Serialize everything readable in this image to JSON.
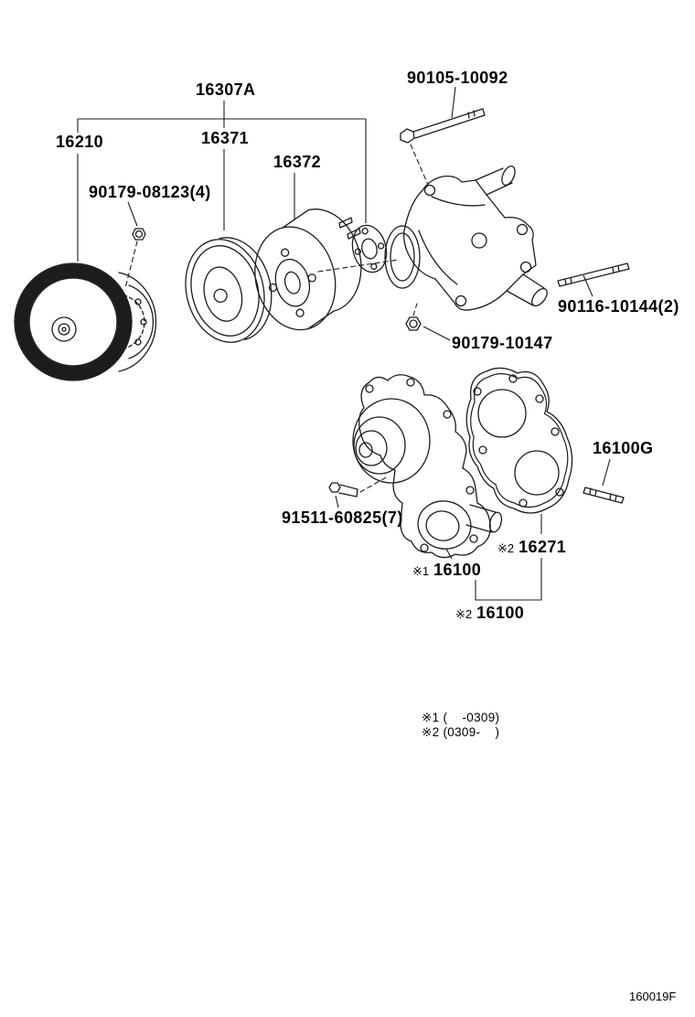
{
  "colors": {
    "ink": "#1c1c1c",
    "background": "#ffffff"
  },
  "labels": {
    "p16307A": "16307A",
    "p90105": "90105-10092",
    "p16210": "16210",
    "p16371": "16371",
    "p16372": "16372",
    "p90179_08123": "90179-08123(4)",
    "p90116": "90116-10144(2)",
    "p90179_10147": "90179-10147",
    "p16100G": "16100G",
    "p91511": "91511-60825(7)",
    "p16271_prefix": "※2",
    "p16271": "16271",
    "p16100_1_prefix": "※1",
    "p16100_1": "16100",
    "p16100_2_prefix": "※2",
    "p16100_2": "16100"
  },
  "footnotes": {
    "f1": "※1 (    -0309)",
    "f2": "※2 (0309-    )"
  },
  "drawing_code": "160019F"
}
